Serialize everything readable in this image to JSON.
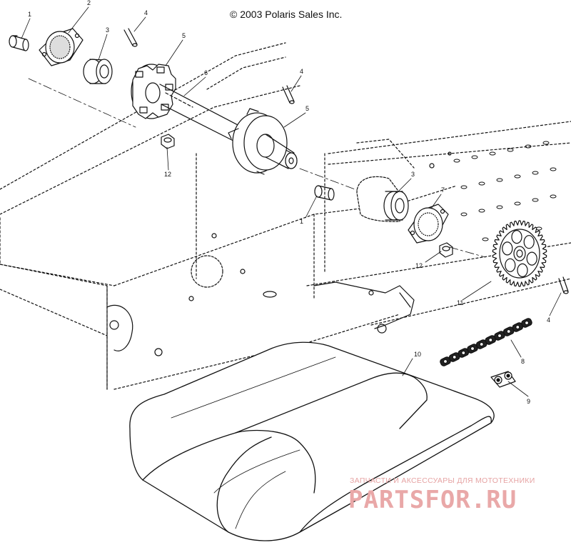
{
  "copyright": "© 2003 Polaris Sales Inc.",
  "callouts": [
    {
      "id": "c1a",
      "text": "1"
    },
    {
      "id": "c2",
      "text": "2"
    },
    {
      "id": "c3a",
      "text": "3"
    },
    {
      "id": "c4a",
      "text": "4"
    },
    {
      "id": "c5a",
      "text": "5"
    },
    {
      "id": "c6",
      "text": "6"
    },
    {
      "id": "c4b",
      "text": "4"
    },
    {
      "id": "c5b",
      "text": "5"
    },
    {
      "id": "c12a",
      "text": "12"
    },
    {
      "id": "c3b",
      "text": "3"
    },
    {
      "id": "c7",
      "text": "7"
    },
    {
      "id": "c1b",
      "text": "1"
    },
    {
      "id": "c12b",
      "text": "12"
    },
    {
      "id": "c11",
      "text": "11"
    },
    {
      "id": "c4c",
      "text": "4"
    },
    {
      "id": "c8",
      "text": "8"
    },
    {
      "id": "c10",
      "text": "10"
    },
    {
      "id": "c9",
      "text": "9"
    }
  ],
  "watermark": {
    "tagline": "ЗАПЧАСТИ И АКСЕССУАРЫ ДЛЯ МОТОТЕХНИКИ",
    "brand": "PARTSFOR.RU",
    "color": "#e6a3a3"
  },
  "colors": {
    "line": "#111111",
    "background": "#ffffff"
  }
}
